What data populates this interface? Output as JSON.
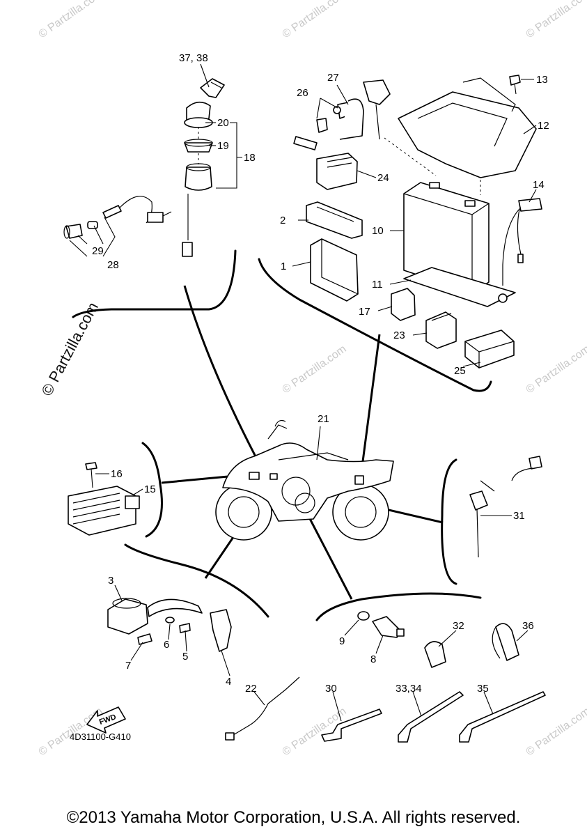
{
  "watermark": {
    "main": "© Partzilla.com",
    "repeat": "© Partzilla.com"
  },
  "drawing_code": "4D31100-G410",
  "copyright": "©2013 Yamaha Motor Corporation, U.S.A. All rights reserved.",
  "fwd_label": "FWD",
  "callouts": {
    "c1": "1",
    "c2": "2",
    "c3": "3",
    "c4": "4",
    "c5": "5",
    "c6": "6",
    "c7": "7",
    "c8": "8",
    "c9": "9",
    "c10": "10",
    "c11": "11",
    "c12": "12",
    "c13": "13",
    "c14": "14",
    "c15": "15",
    "c16": "16",
    "c17": "17",
    "c18": "18",
    "c19": "19",
    "c20": "20",
    "c21": "21",
    "c22": "22",
    "c23": "23",
    "c24": "24",
    "c25": "25",
    "c26": "26",
    "c27": "27",
    "c28": "28",
    "c29": "29",
    "c30": "30",
    "c31": "31",
    "c32": "32",
    "c33_34": "33,34",
    "c35": "35",
    "c36": "36",
    "c37_38": "37, 38"
  }
}
